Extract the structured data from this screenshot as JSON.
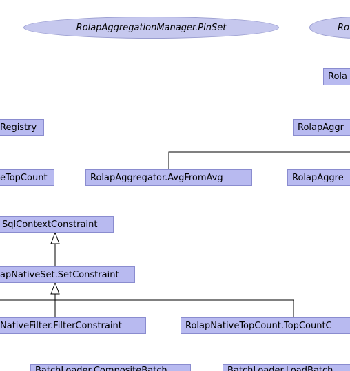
{
  "nodes": {
    "pinset": "RolapAggregationManager.PinSet",
    "pinset_partner": "Ro",
    "rola_top_right": "Rola",
    "registry": "Registry",
    "rolap_aggr_right": "RolapAggr",
    "topcount": "eTopCount",
    "avg_from_avg": "RolapAggregator.AvgFromAvg",
    "rolap_aggre_right": "RolapAggre",
    "sql_context_constraint": "SqlContextConstraint",
    "set_constraint": "apNativeSet.SetConstraint",
    "filter_constraint": "NativeFilter.FilterConstraint",
    "topcount_constraint": "RolapNativeTopCount.TopCountC",
    "composite_batch": "BatchLoader.CompositeBatch",
    "load_batch": "BatchLoader.LoadBatch"
  },
  "colors": {
    "node_fill": "#b8baf0",
    "node_border": "#8a8ccf",
    "ellipse_fill": "#c6c8ee",
    "edge": "#000000"
  }
}
